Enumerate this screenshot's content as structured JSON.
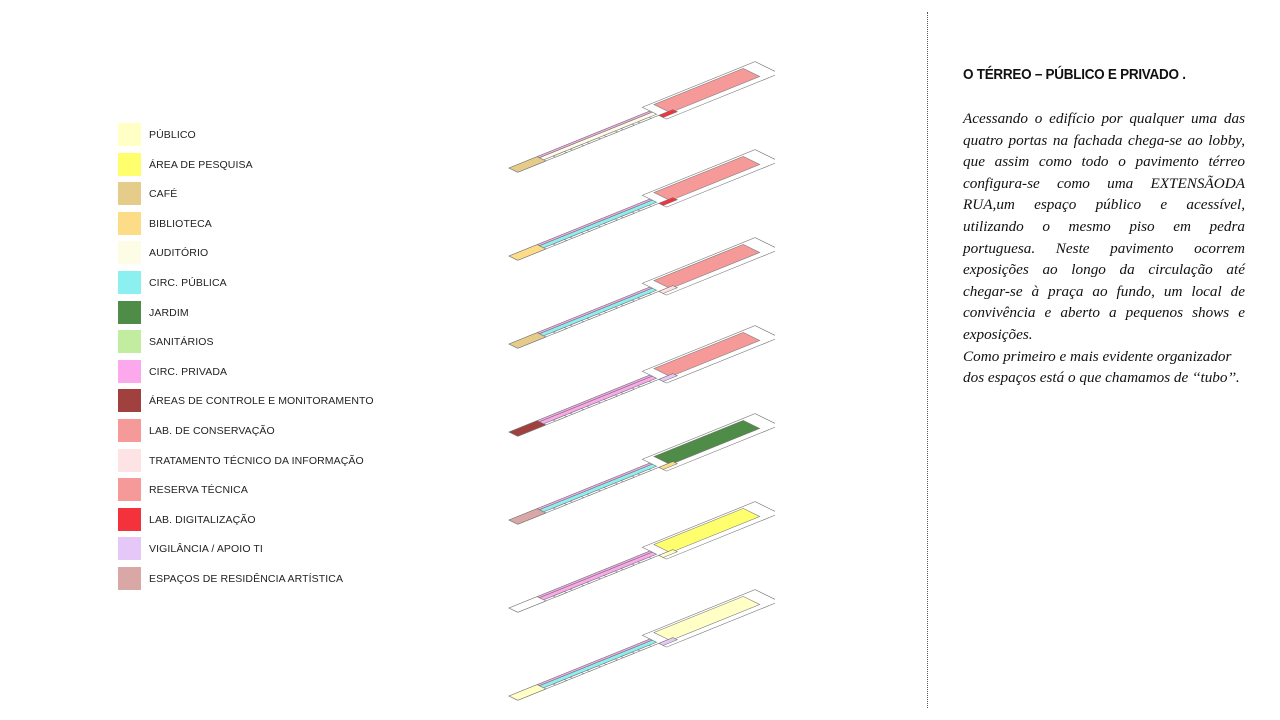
{
  "legend": [
    {
      "label": "PÚBLICO",
      "color": "#ffffc6"
    },
    {
      "label": "ÁREA DE PESQUISA",
      "color": "#ffff6e"
    },
    {
      "label": "CAFÉ",
      "color": "#e6cc8a"
    },
    {
      "label": "BIBLIOTECA",
      "color": "#fddc88"
    },
    {
      "label": "AUDITÓRIO",
      "color": "#fdfde6"
    },
    {
      "label": "CIRC. PÚBLICA",
      "color": "#8cf0f0"
    },
    {
      "label": "JARDIM",
      "color": "#4e8c48"
    },
    {
      "label": "SANITÁRIOS",
      "color": "#c2eca0"
    },
    {
      "label": "CIRC. PRIVADA",
      "color": "#fca8ec"
    },
    {
      "label": "ÁREAS DE CONTROLE E MONITORAMENTO",
      "color": "#a0413f"
    },
    {
      "label": "LAB. DE CONSERVAÇÃO",
      "color": "#f59a98"
    },
    {
      "label": "TRATAMENTO TÉCNICO DA INFORMAÇÃO",
      "color": "#fde3e3"
    },
    {
      "label": "RESERVA TÉCNICA",
      "color": "#f59a98"
    },
    {
      "label": "LAB. DIGITALIZAÇÃO",
      "color": "#f4323c"
    },
    {
      "label": "VIGILÂNCIA / APOIO TI",
      "color": "#e6c8f8"
    },
    {
      "label": "ESPAÇOS DE RESIDÊNCIA ARTÍSTICA",
      "color": "#d9a7a5"
    }
  ],
  "heading": "O TÉRREO – PÚBLICO E PRIVADO .",
  "paragraphs": [
    "Acessando o edifício por qualquer uma das quatro portas na fachada chega-se ao lobby, que assim como todo o pavimento térreo configura-se como uma EXTENSÃODA RUA,um espaço público e acessível, utilizando o mesmo piso em pedra portuguesa. Neste pavimento ocorrem exposições ao longo da circulação até chegar-se à praça ao fundo, um local de convivência e aberto a pequenos shows e exposições.",
    "Como primeiro e mais evidente organizador dos espaços está o que chamamos de ‘‘tubo’’."
  ],
  "floors": [
    {
      "left_zone": "#e6cc8a",
      "tube": "#fdfde6",
      "block": "#f59a98",
      "accent": "#f4323c"
    },
    {
      "left_zone": "#fddc88",
      "tube": "#8cf0f0",
      "block": "#f59a98",
      "accent": "#f4323c"
    },
    {
      "left_zone": "#e6cc8a",
      "tube": "#8cf0f0",
      "block": "#f59a98",
      "accent": "#fde3e3"
    },
    {
      "left_zone": "#a0413f",
      "tube": "#fca8ec",
      "block": "#f59a98",
      "accent": "#e6c8f8"
    },
    {
      "left_zone": "#d9a7a5",
      "tube": "#8cf0f0",
      "block": "#4e8c48",
      "accent": "#fddc88"
    },
    {
      "left_zone": "#ffffff",
      "tube": "#fca8ec",
      "block": "#ffff6e",
      "accent": "#ffffc6"
    },
    {
      "left_zone": "#ffffc6",
      "tube": "#8cf0f0",
      "block": "#ffffc6",
      "accent": "#e6c8f8"
    }
  ],
  "colors": {
    "line": "#777777",
    "private_circ": "#fca8ec"
  }
}
